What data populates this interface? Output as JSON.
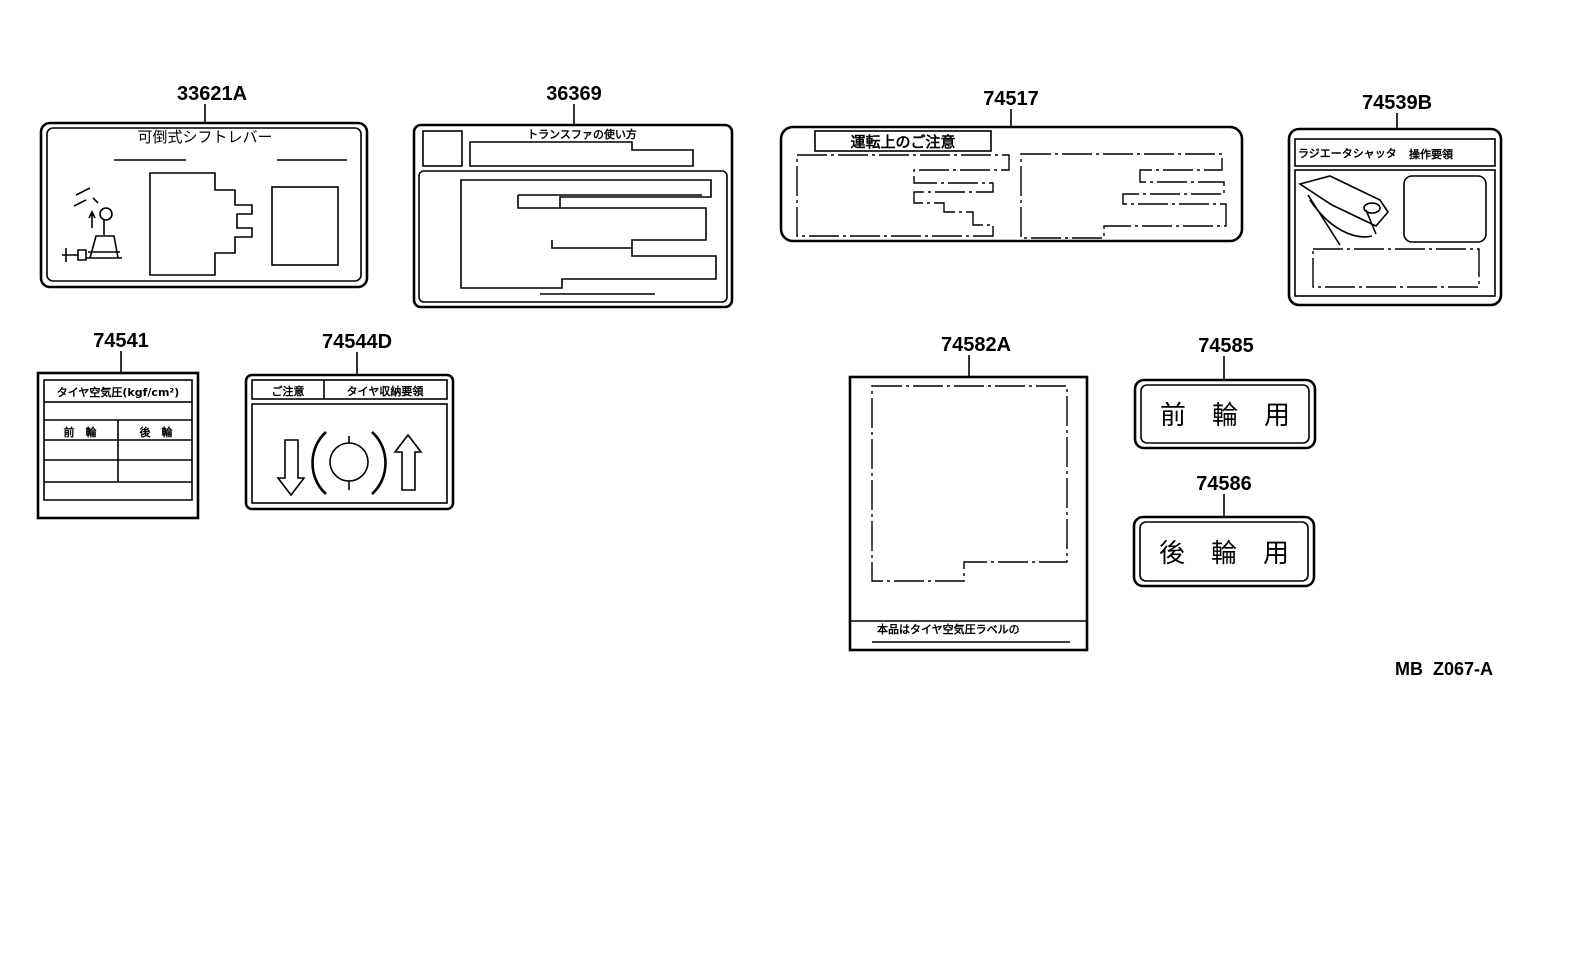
{
  "parts": [
    {
      "number": "33621A",
      "text": "可倒式シフトレバー"
    },
    {
      "number": "36369",
      "text": "トランスファの使い方"
    },
    {
      "number": "74517",
      "text": "運転上のご注意"
    },
    {
      "number": "74539B",
      "text_left": "ラジエータシャッタ",
      "text_right": "操作要領"
    },
    {
      "number": "74541",
      "header": "タイヤ空気圧(kgf/cm²)",
      "col1": "前　輪",
      "col2": "後　輪"
    },
    {
      "number": "74544D",
      "text_left": "ご注意",
      "text_right": "タイヤ収納要領"
    },
    {
      "number": "74582A",
      "footer": "本品はタイヤ空気圧ラベルの"
    },
    {
      "number": "74585",
      "text": "前　輪　用"
    },
    {
      "number": "74586",
      "text": "後　輪　用"
    }
  ],
  "diagram_code": "MB  Z067-A"
}
